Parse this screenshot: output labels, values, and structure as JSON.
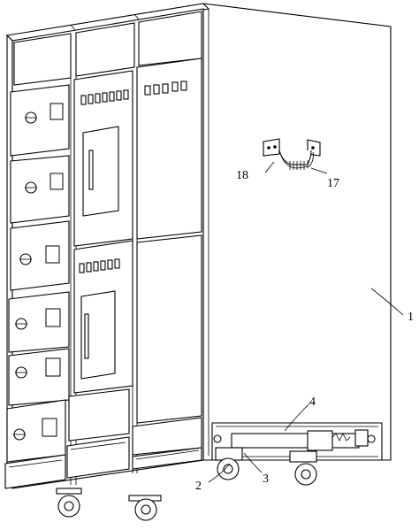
{
  "figure": {
    "labels": [
      {
        "id": "label-1",
        "text": "1"
      },
      {
        "id": "label-2",
        "text": "2"
      },
      {
        "id": "label-3",
        "text": "3"
      },
      {
        "id": "label-4",
        "text": "4"
      },
      {
        "id": "label-17",
        "text": "17"
      },
      {
        "id": "label-18",
        "text": "18"
      }
    ]
  }
}
